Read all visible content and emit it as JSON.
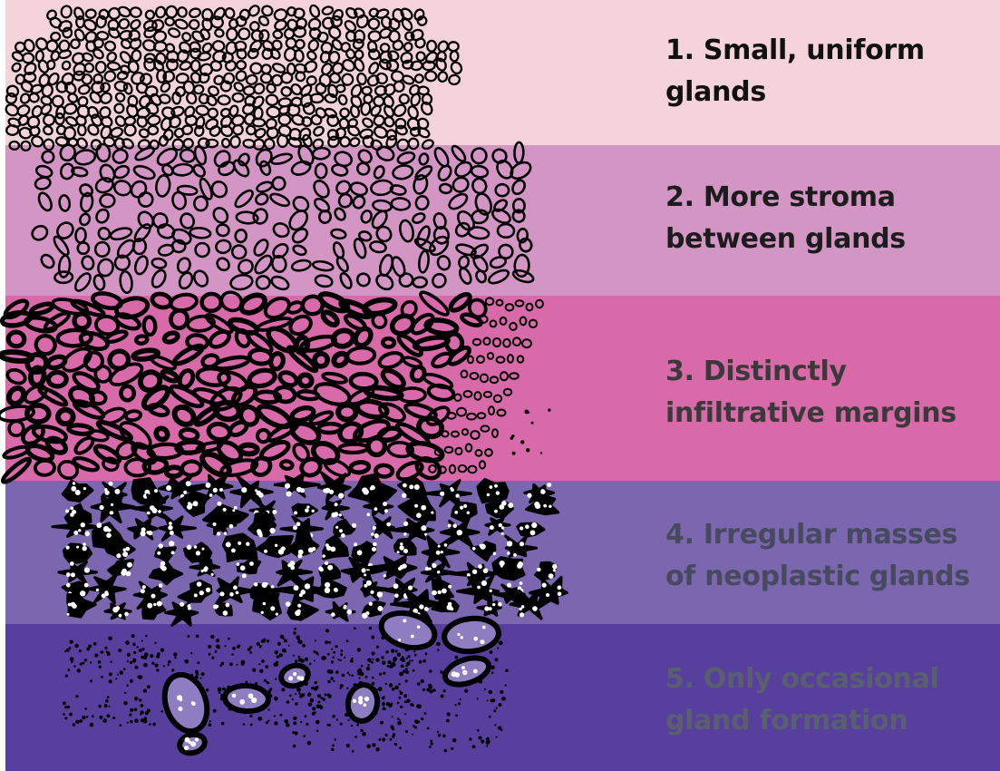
{
  "bands": [
    {
      "color": "#f5d3db",
      "text_color": "#111111",
      "lines": [
        "1. Small, uniform",
        "glands"
      ]
    },
    {
      "color": "#d396c4",
      "text_color": "#1c1c1c",
      "lines": [
        "2. More stroma",
        "between glands"
      ]
    },
    {
      "color": "#d96aa9",
      "text_color": "#3a3a3a",
      "lines": [
        "3. Distinctly",
        "infiltrative margins"
      ]
    },
    {
      "color": "#7b66b0",
      "text_color": "#474a5e",
      "lines": [
        "4. Irregular masses",
        "of neoplastic glands"
      ]
    },
    {
      "color": "#573f9d",
      "text_color": "#5a5f70",
      "lines": [
        "5. Only occasional",
        "gland formation"
      ]
    }
  ],
  "ink_color": "#000000"
}
